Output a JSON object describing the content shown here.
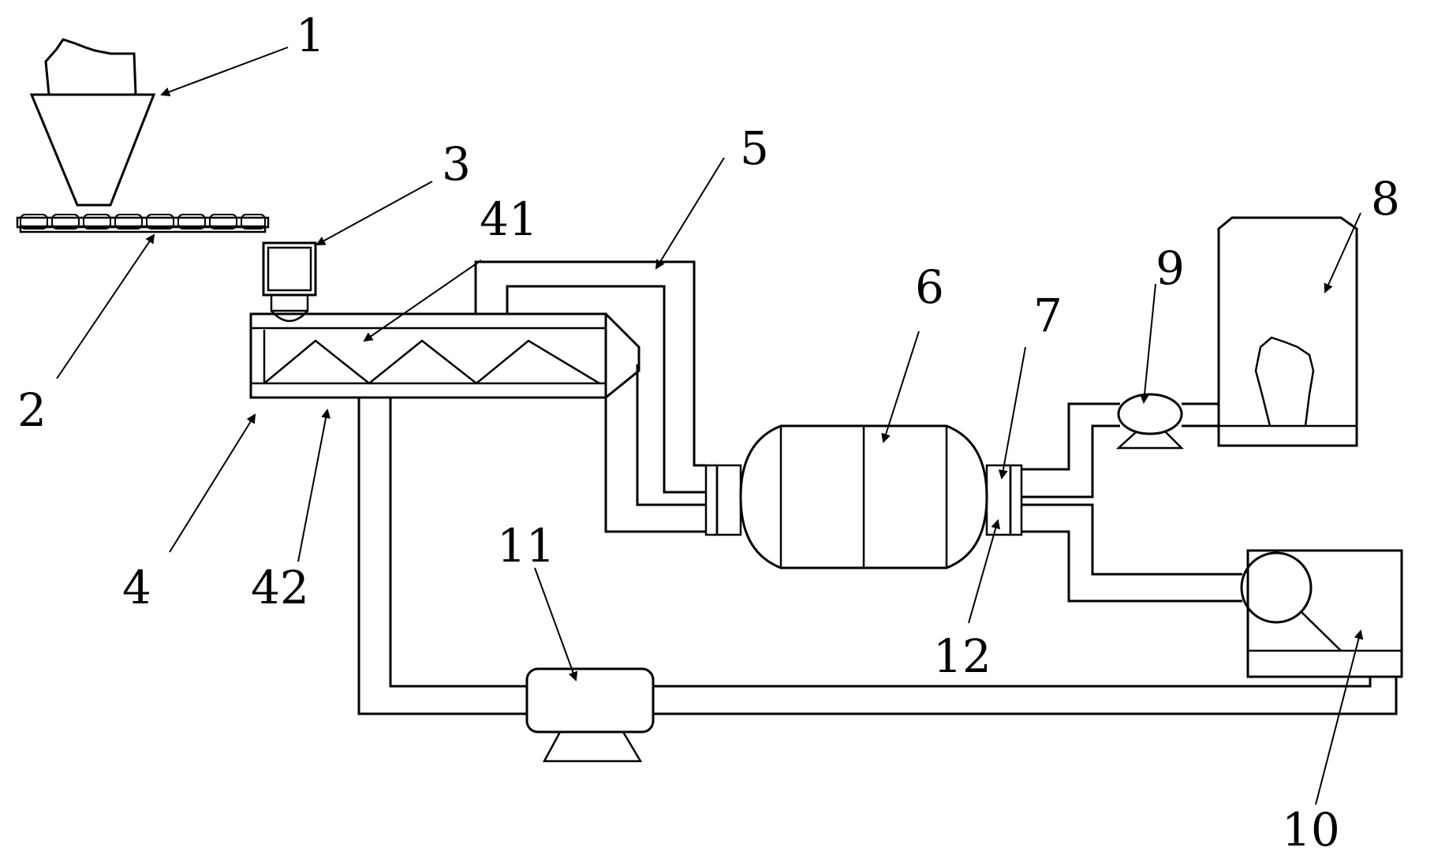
{
  "diagram": {
    "labels": {
      "l1": "1",
      "l2": "2",
      "l3": "3",
      "l4": "4",
      "l41": "41",
      "l42": "42",
      "l5": "5",
      "l6": "6",
      "l7": "7",
      "l8": "8",
      "l9": "9",
      "l10": "10",
      "l11": "11",
      "l12": "12"
    }
  }
}
